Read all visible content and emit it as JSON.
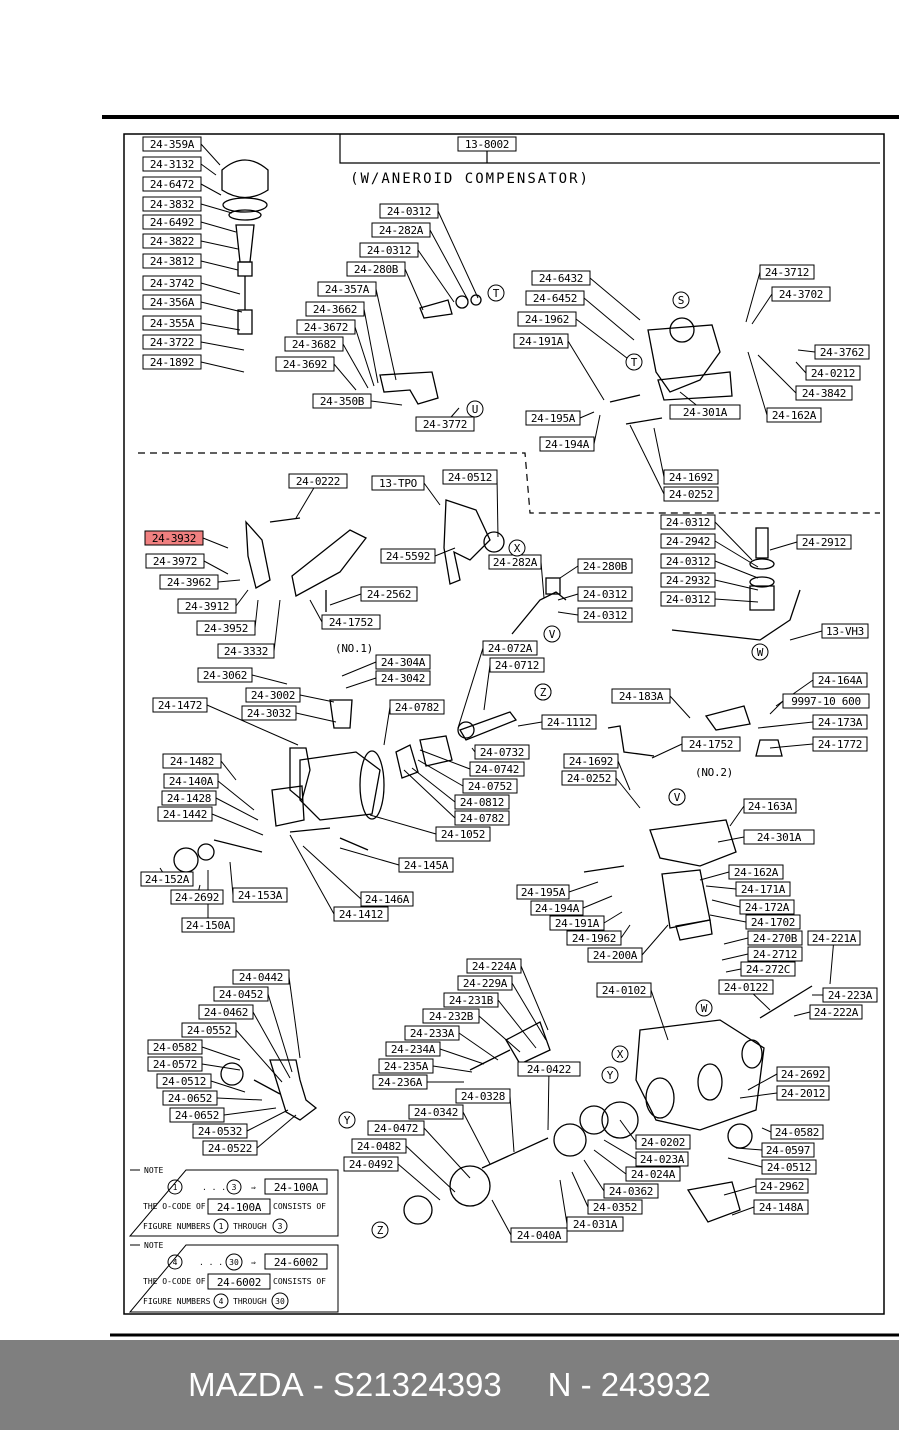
{
  "header": {
    "assembly_code": "13-8002",
    "subtitle": "(W/ANEROID COMPENSATOR)"
  },
  "highlight": {
    "code": "24-3932",
    "color": "#f08080"
  },
  "labels": [
    "24-359A",
    "24-3132",
    "24-6472",
    "24-3832",
    "24-6492",
    "24-3822",
    "24-3812",
    "24-3742",
    "24-356A",
    "24-355A",
    "24-3722",
    "24-1892",
    "24-0312",
    "24-282A",
    "24-0312",
    "24-280B",
    "24-357A",
    "24-3662",
    "24-3672",
    "24-3682",
    "24-3692",
    "24-350B",
    "24-3772",
    "24-6432",
    "24-6452",
    "24-1962",
    "24-191A",
    "24-195A",
    "24-194A",
    "24-3712",
    "24-3702",
    "24-3762",
    "24-0212",
    "24-3842",
    "24-162A",
    "24-301A",
    "24-1692",
    "24-0252",
    "24-0222",
    "13-TPO",
    "24-0512",
    "24-5592",
    "24-3932",
    "24-3972",
    "24-3962",
    "24-3912",
    "24-3952",
    "24-3332",
    "24-2562",
    "24-1752",
    "24-0312",
    "24-2942",
    "24-0312",
    "24-2932",
    "24-0312",
    "24-2912",
    "24-282A",
    "24-280B",
    "24-0312",
    "24-0312",
    "13-VH3",
    "24-3062",
    "24-304A",
    "24-3042",
    "24-3002",
    "24-3032",
    "24-1472",
    "24-072A",
    "24-0712",
    "24-0782",
    "24-1112",
    "24-0732",
    "24-0742",
    "24-0752",
    "24-0812",
    "24-0782",
    "24-1052",
    "24-1482",
    "24-140A",
    "24-1428",
    "24-1442",
    "24-145A",
    "24-152A",
    "24-153A",
    "24-2692",
    "24-146A",
    "24-150A",
    "24-1412",
    "24-183A",
    "24-164A",
    "9997-10 600",
    "24-173A",
    "24-1752",
    "24-1772",
    "24-1692",
    "24-0252",
    "24-163A",
    "24-301A",
    "24-162A",
    "24-171A",
    "24-172A",
    "24-1702",
    "24-270B",
    "24-2712",
    "24-272C",
    "24-221A",
    "24-223A",
    "24-222A",
    "24-195A",
    "24-194A",
    "24-191A",
    "24-1962",
    "24-200A",
    "24-0442",
    "24-0452",
    "24-0462",
    "24-0552",
    "24-0582",
    "24-0572",
    "24-0512",
    "24-0652",
    "24-0652",
    "24-0532",
    "24-0522",
    "24-224A",
    "24-229A",
    "24-231B",
    "24-232B",
    "24-233A",
    "24-234A",
    "24-235A",
    "24-236A",
    "24-0102",
    "24-0122",
    "24-0422",
    "24-0328",
    "24-0342",
    "24-0472",
    "24-0482",
    "24-0492",
    "24-2692",
    "24-2012",
    "24-0582",
    "24-0202",
    "24-023A",
    "24-024A",
    "24-0362",
    "24-0352",
    "24-031A",
    "24-040A",
    "24-0597",
    "24-0512",
    "24-2962",
    "24-148A"
  ],
  "markers": [
    "T",
    "S",
    "U",
    "T",
    "V",
    "X",
    "V",
    "W",
    "Z",
    "Z",
    "V",
    "W",
    "X",
    "Y",
    "Y",
    "Z"
  ],
  "sub_labels": [
    "(NO.1)",
    "(NO.2)"
  ],
  "notes": [
    {
      "title": "NOTE",
      "range_from": "1",
      "dots": ". . .",
      "range_to": "3",
      "arrow": "⇒",
      "code": "24-100A",
      "line1a": "THE O-CODE OF",
      "line1b": "CONSISTS OF",
      "line2a": "FIGURE NUMBERS",
      "line2b": "THROUGH"
    },
    {
      "title": "NOTE",
      "range_from": "4",
      "dots": ". . .",
      "range_to": "30",
      "arrow": "⇒",
      "code": "24-6002",
      "line1a": "THE O-CODE OF",
      "line1b": "CONSISTS OF",
      "line2a": "FIGURE NUMBERS",
      "line2b": "THROUGH"
    }
  ],
  "footer": {
    "brand": "MAZDA",
    "sep": "-",
    "part_number": "S21324393",
    "n_label": "N",
    "n_value": "243932"
  }
}
